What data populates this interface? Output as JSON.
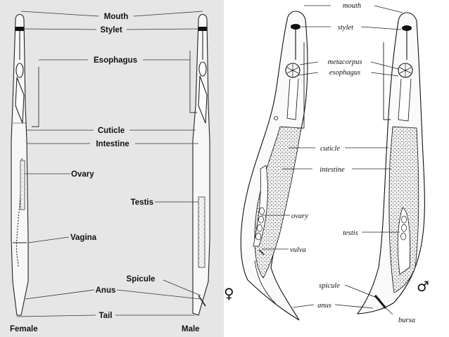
{
  "left_panel": {
    "background": "#e6e6e6",
    "labels": {
      "mouth": "Mouth",
      "stylet": "Stylet",
      "esophagus": "Esophagus",
      "cuticle": "Cuticle",
      "intestine": "Intestine",
      "ovary": "Ovary",
      "testis": "Testis",
      "vagina": "Vagina",
      "spicule": "Spicule",
      "anus": "Anus",
      "tail": "Tail",
      "female": "Female",
      "male": "Male"
    }
  },
  "right_panel": {
    "labels": {
      "mouth": "mouth",
      "stylet": "stylet",
      "metacorpus": "metacorpus",
      "esophagus": "esophagus",
      "cuticle": "cuticle",
      "intestine": "intestine",
      "ovary": "ovary",
      "testis": "testis",
      "vulva": "vulva",
      "spicule": "spicule",
      "anus": "anus",
      "bursa": "bursa"
    },
    "symbols": {
      "female": "♀",
      "male": "♂"
    }
  }
}
